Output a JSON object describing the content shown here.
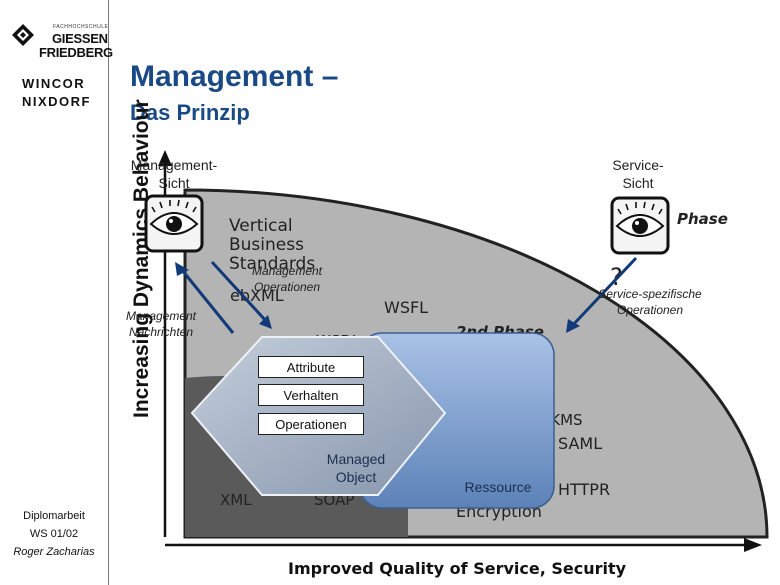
{
  "logos": {
    "fh_small": "FACHHOCHSCHULE",
    "fh_line1": "GIESSEN",
    "fh_line2": "FRIEDBERG",
    "wn_line1": "WINCOR",
    "wn_line2": "NIXDORF"
  },
  "title": {
    "line1": "Management –",
    "line2": "Das Prinzip"
  },
  "footer": {
    "line1": "Diplomarbeit",
    "line2": "WS 01/02",
    "author": "Roger Zacharias"
  },
  "diagram": {
    "y_axis_label": "Increasing Dynamics Behaviour",
    "x_axis_label": "Improved Quality of Service, Security",
    "background_terms": {
      "vertical": "Vertical",
      "business": "Business",
      "standards": "Standards",
      "ebxml": "ebXML",
      "wsfl": "WSFL",
      "wsdl": "WSDL",
      "phase1": "Phase",
      "phase2": "2nd Phase",
      "question": "?",
      "saml": "SAML",
      "httpr": "HTTPR",
      "encryption": "Encryption",
      "xml": "XML",
      "soap": "SOAP",
      "xkms": "XKMS"
    },
    "management_view": "Management-\nSicht",
    "service_view": "Service-\nSicht",
    "management_operations": "Management\nOperationen",
    "management_messages": "Management\nNachrichten",
    "service_operations": "Service-spezifische\nOperationen",
    "boxes": [
      "Attribute",
      "Verhalten",
      "Operationen"
    ],
    "managed_object": "Managed\nObject",
    "resource": "Ressource",
    "colors": {
      "outer_region": "#b4b4b4",
      "inner_region": "#5a5a5a",
      "object_fill": "#9aa8bc",
      "resource_fill": "#7fa0cc",
      "title": "#1a4a86"
    }
  }
}
